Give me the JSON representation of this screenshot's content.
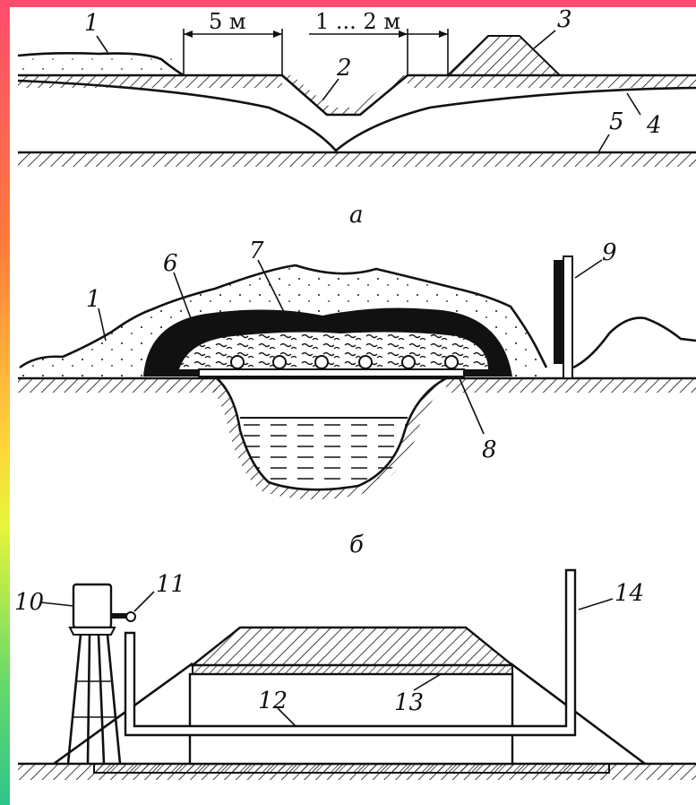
{
  "dimensions": {
    "width_5m": "5 м",
    "width_1_2m": "1 ... 2 м"
  },
  "panel_captions": {
    "a": "а",
    "b": "б"
  },
  "callouts": [
    "1",
    "2",
    "3",
    "4",
    "5",
    "6",
    "7",
    "8",
    "9",
    "10",
    "11",
    "12",
    "13",
    "14"
  ],
  "colors": {
    "frame_top": "#ff4d6d",
    "ink": "#111111",
    "background": "#ffffff"
  }
}
